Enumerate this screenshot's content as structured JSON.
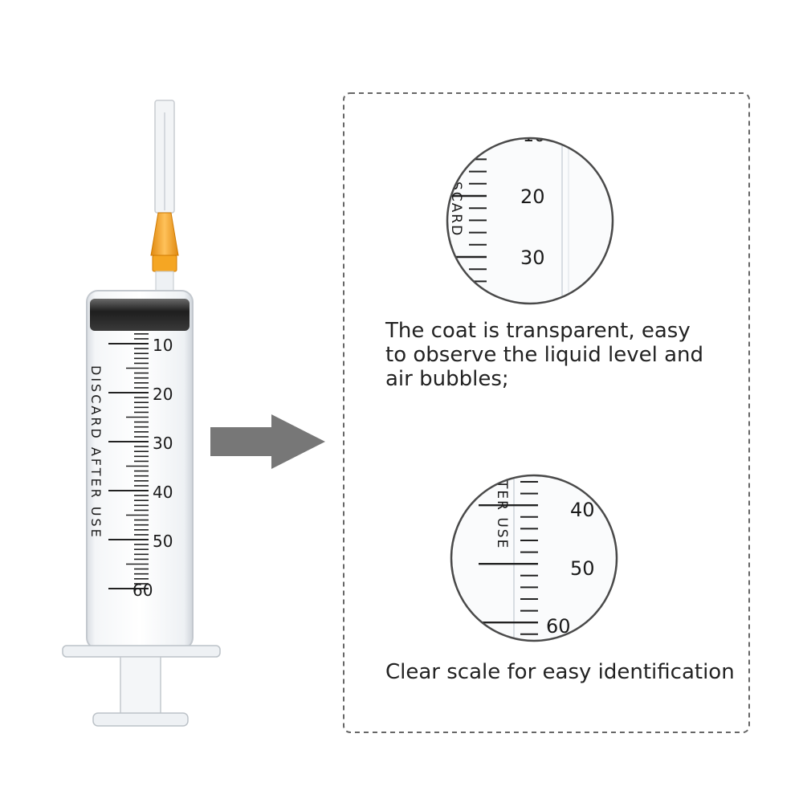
{
  "syringe": {
    "scale_labels": [
      "10",
      "20",
      "30",
      "40",
      "50",
      "60"
    ],
    "vertical_label": "DISCARD AFTER USE",
    "needle_hub_color": "#f5a623"
  },
  "arrow": {
    "icon": "right-arrow-icon",
    "color": "#777777"
  },
  "panel": {
    "border_color": "#666666",
    "feature_1": {
      "text": "The coat is transparent, easy\nto observe the liquid level and\nair bubbles;",
      "zoom_labels": [
        "20",
        "30"
      ],
      "zoom_partial_top": "10",
      "zoom_vertical_fragment": "SCARD"
    },
    "feature_2": {
      "text": "Clear scale for easy identification",
      "zoom_labels": [
        "40",
        "50",
        "60"
      ],
      "zoom_vertical_fragment": "TER USE"
    }
  }
}
